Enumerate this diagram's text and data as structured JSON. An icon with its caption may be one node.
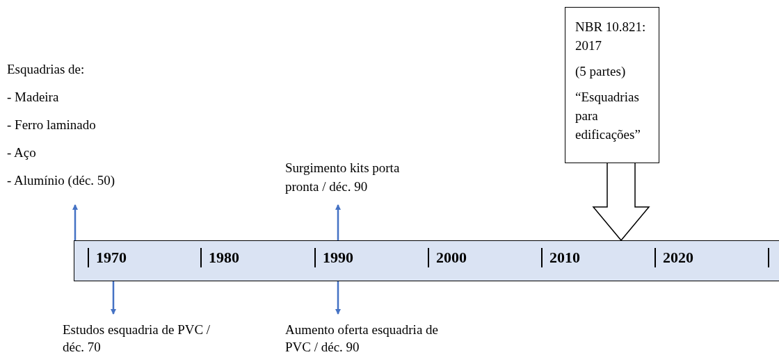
{
  "diagram": {
    "nodes": [
      {
        "text": [
          "Esquadrias de:",
          "- Madeira",
          "- Ferro laminado",
          "- Aço",
          "- Alumínio (déc. 50)"
        ]
      },
      {
        "text": [
          "NBR 10.821: 2017",
          "(5 partes)",
          "“Esquadrias para edificações”"
        ]
      },
      {
        "text": [
          "Surgimento kits porta pronta / déc. 90"
        ]
      },
      {
        "text": [
          "1970",
          "1980",
          "1990",
          "2000",
          "2010",
          "2020"
        ]
      },
      {
        "text": [
          "Estudos esquadria de PVC / déc. 70"
        ]
      },
      {
        "text": [
          "Aumento oferta esquadria de PVC / déc. 90"
        ]
      }
    ],
    "edges": [
      {
        "from": 3,
        "to": 0,
        "arrow": "to"
      },
      {
        "from": 3,
        "to": 2,
        "arrow": "to"
      },
      {
        "from": 3,
        "to": 4,
        "arrow": "to"
      },
      {
        "from": 3,
        "to": 5,
        "arrow": "to"
      },
      {
        "from": 1,
        "to": 3,
        "arrow": "to",
        "style": "thick",
        "color": "#000000"
      }
    ]
  }
}
